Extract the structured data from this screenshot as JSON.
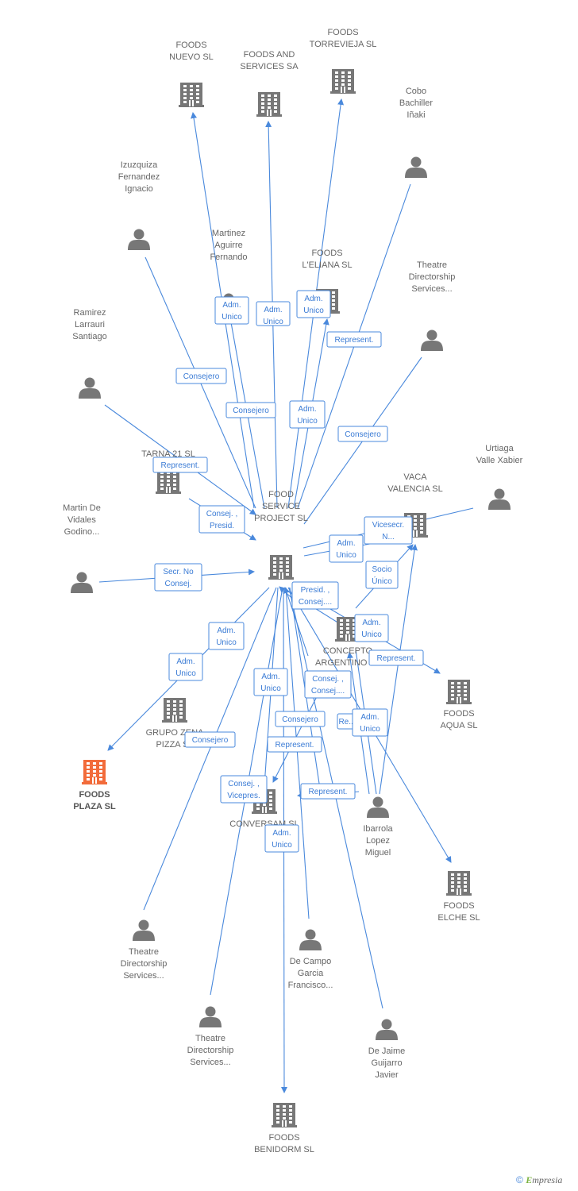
{
  "colors": {
    "node": "#777777",
    "highlight": "#f26b3a",
    "edge": "#4a89dc",
    "label": "#666666"
  },
  "copyright": {
    "symbol": "©",
    "brand_initial": "E",
    "brand_rest": "mpresia"
  },
  "nodes": [
    {
      "id": "food_service",
      "type": "company",
      "lines": [
        "FOOD",
        "SERVICE",
        "PROJECT SL"
      ],
      "label_pos": "above"
    },
    {
      "id": "foods_nuevo",
      "type": "company",
      "lines": [
        "FOODS",
        "NUEVO SL"
      ],
      "label_pos": "above"
    },
    {
      "id": "foods_services",
      "type": "company",
      "lines": [
        "FOODS AND",
        "SERVICES SA"
      ],
      "label_pos": "above"
    },
    {
      "id": "foods_torrevieja",
      "type": "company",
      "lines": [
        "FOODS",
        "TORREVIEJA SL"
      ],
      "label_pos": "above"
    },
    {
      "id": "cobo",
      "type": "person",
      "lines": [
        "Cobo",
        "Bachiller",
        "Iñaki"
      ],
      "label_pos": "above"
    },
    {
      "id": "izuzquiza",
      "type": "person",
      "lines": [
        "Izuzquiza",
        "Fernandez",
        "Ignacio"
      ],
      "label_pos": "above"
    },
    {
      "id": "martinez",
      "type": "person",
      "lines": [
        "Martinez",
        "Aguirre",
        "Fernando"
      ],
      "label_pos": "above"
    },
    {
      "id": "foods_eliana",
      "type": "company",
      "lines": [
        "FOODS",
        "L'ELIANA SL"
      ],
      "label_pos": "above"
    },
    {
      "id": "theatre1",
      "type": "person",
      "lines": [
        "Theatre",
        "Directorship",
        "Services..."
      ],
      "label_pos": "above"
    },
    {
      "id": "ramirez",
      "type": "person",
      "lines": [
        "Ramirez",
        "Larrauri",
        "Santiago"
      ],
      "label_pos": "above"
    },
    {
      "id": "tarna",
      "type": "company",
      "lines": [
        "TARNA 21 SL"
      ],
      "label_pos": "above"
    },
    {
      "id": "urtiaga",
      "type": "person",
      "lines": [
        "Urtiaga",
        "Valle Xabier"
      ],
      "label_pos": "above"
    },
    {
      "id": "vaca",
      "type": "company",
      "lines": [
        "VACA",
        "VALENCIA SL"
      ],
      "label_pos": "above"
    },
    {
      "id": "martin",
      "type": "person",
      "lines": [
        "Martin De",
        "Vidales",
        "Godino..."
      ],
      "label_pos": "above"
    },
    {
      "id": "concepto",
      "type": "company",
      "lines": [
        "CONCEPTO",
        "ARGENTINO SL"
      ],
      "label_pos": "below"
    },
    {
      "id": "grupo",
      "type": "company",
      "lines": [
        "GRUPO ZENA",
        "PIZZA SL"
      ],
      "label_pos": "below"
    },
    {
      "id": "foods_aqua",
      "type": "company",
      "lines": [
        "FOODS",
        "AQUA SL"
      ],
      "label_pos": "below"
    },
    {
      "id": "foods_plaza",
      "type": "company",
      "highlight": true,
      "lines": [
        "FOODS",
        "PLAZA SL"
      ],
      "label_pos": "below"
    },
    {
      "id": "conversam",
      "type": "company",
      "lines": [
        "CONVERSAM SL"
      ],
      "label_pos": "below"
    },
    {
      "id": "ibarrola",
      "type": "person",
      "lines": [
        "Ibarrola",
        "Lopez",
        "Miguel"
      ],
      "label_pos": "below"
    },
    {
      "id": "foods_elche",
      "type": "company",
      "lines": [
        "FOODS",
        "ELCHE SL"
      ],
      "label_pos": "below"
    },
    {
      "id": "theatre2",
      "type": "person",
      "lines": [
        "Theatre",
        "Directorship",
        "Services..."
      ],
      "label_pos": "below"
    },
    {
      "id": "decampo",
      "type": "person",
      "lines": [
        "De Campo",
        "Garcia",
        "Francisco..."
      ],
      "label_pos": "below"
    },
    {
      "id": "theatre3",
      "type": "person",
      "lines": [
        "Theatre",
        "Directorship",
        "Services..."
      ],
      "label_pos": "below"
    },
    {
      "id": "dejaime",
      "type": "person",
      "lines": [
        "De Jaime",
        "Guijarro",
        "Javier"
      ],
      "label_pos": "below"
    },
    {
      "id": "foods_benidorm",
      "type": "company",
      "lines": [
        "FOODS",
        "BENIDORM SL"
      ],
      "label_pos": "below"
    }
  ],
  "edge_labels": [
    {
      "id": "l1",
      "lines": [
        "Adm.",
        "Unico"
      ]
    },
    {
      "id": "l2",
      "lines": [
        "Adm.",
        "Unico"
      ]
    },
    {
      "id": "l3",
      "lines": [
        "Adm.",
        "Unico"
      ]
    },
    {
      "id": "l4",
      "lines": [
        "Represent."
      ]
    },
    {
      "id": "l5",
      "lines": [
        "Consejero"
      ]
    },
    {
      "id": "l6",
      "lines": [
        "Consejero"
      ]
    },
    {
      "id": "l7",
      "lines": [
        "Adm.",
        "Unico"
      ]
    },
    {
      "id": "l8",
      "lines": [
        "Consejero"
      ]
    },
    {
      "id": "l9",
      "lines": [
        "Represent."
      ]
    },
    {
      "id": "l10",
      "lines": [
        "Consej. ,",
        "Presid."
      ]
    },
    {
      "id": "l11",
      "lines": [
        "Vicesecr.",
        "N..."
      ]
    },
    {
      "id": "l12",
      "lines": [
        "Adm.",
        "Unico"
      ]
    },
    {
      "id": "l13",
      "lines": [
        "Socio",
        "Único"
      ]
    },
    {
      "id": "l14",
      "lines": [
        "Secr.  No",
        "Consej."
      ]
    },
    {
      "id": "l15",
      "lines": [
        "Presid. ,",
        "Consej...."
      ]
    },
    {
      "id": "l16",
      "lines": [
        "Adm.",
        "Unico"
      ]
    },
    {
      "id": "l17",
      "lines": [
        "Adm.",
        "Unico"
      ]
    },
    {
      "id": "l18",
      "lines": [
        "Represent."
      ]
    },
    {
      "id": "l19",
      "lines": [
        "Adm.",
        "Unico"
      ]
    },
    {
      "id": "l20",
      "lines": [
        "Adm.",
        "Unico"
      ]
    },
    {
      "id": "l21",
      "lines": [
        "Consej. ,",
        "Consej...."
      ]
    },
    {
      "id": "l22",
      "lines": [
        "Consejero"
      ]
    },
    {
      "id": "l23",
      "lines": [
        "Re..."
      ]
    },
    {
      "id": "l24",
      "lines": [
        "Adm.",
        "Unico"
      ]
    },
    {
      "id": "l25",
      "lines": [
        "Consejero"
      ]
    },
    {
      "id": "l26",
      "lines": [
        "Represent."
      ]
    },
    {
      "id": "l27",
      "lines": [
        "Consej. ,",
        "Vicepres."
      ]
    },
    {
      "id": "l28",
      "lines": [
        "Represent."
      ]
    },
    {
      "id": "l29",
      "lines": [
        "Adm.",
        "Unico"
      ]
    }
  ]
}
